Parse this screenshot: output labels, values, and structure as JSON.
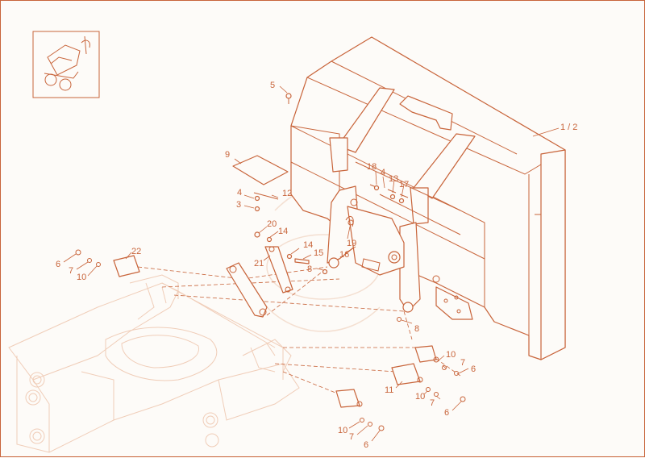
{
  "callouts": [
    {
      "id": "c-1-2",
      "text": "1 / 2"
    },
    {
      "id": "c-5",
      "text": "5"
    },
    {
      "id": "c-9",
      "text": "9"
    },
    {
      "id": "c-4a",
      "text": "4"
    },
    {
      "id": "c-12",
      "text": "12"
    },
    {
      "id": "c-3",
      "text": "3"
    },
    {
      "id": "c-18",
      "text": "18"
    },
    {
      "id": "c-4b",
      "text": "4"
    },
    {
      "id": "c-13",
      "text": "13"
    },
    {
      "id": "c-17",
      "text": "17"
    },
    {
      "id": "c-20",
      "text": "20"
    },
    {
      "id": "c-14a",
      "text": "14"
    },
    {
      "id": "c-14b",
      "text": "14"
    },
    {
      "id": "c-15",
      "text": "15"
    },
    {
      "id": "c-19",
      "text": "19"
    },
    {
      "id": "c-16",
      "text": "16"
    },
    {
      "id": "c-21",
      "text": "21"
    },
    {
      "id": "c-8a",
      "text": "8"
    },
    {
      "id": "c-8b",
      "text": "8"
    },
    {
      "id": "c-22",
      "text": "22"
    },
    {
      "id": "c-6a",
      "text": "6"
    },
    {
      "id": "c-7a",
      "text": "7"
    },
    {
      "id": "c-10a",
      "text": "10"
    },
    {
      "id": "c-10b",
      "text": "10"
    },
    {
      "id": "c-7b",
      "text": "7"
    },
    {
      "id": "c-6b",
      "text": "6"
    },
    {
      "id": "c-11",
      "text": "11"
    },
    {
      "id": "c-10c",
      "text": "10"
    },
    {
      "id": "c-7c",
      "text": "7"
    },
    {
      "id": "c-6c",
      "text": "6"
    },
    {
      "id": "c-10d",
      "text": "10"
    },
    {
      "id": "c-7d",
      "text": "7"
    },
    {
      "id": "c-6d",
      "text": "6"
    }
  ],
  "colors": {
    "line": "#c8643a",
    "ghost": "#f0cdb8",
    "background": "#fdfbf8"
  }
}
